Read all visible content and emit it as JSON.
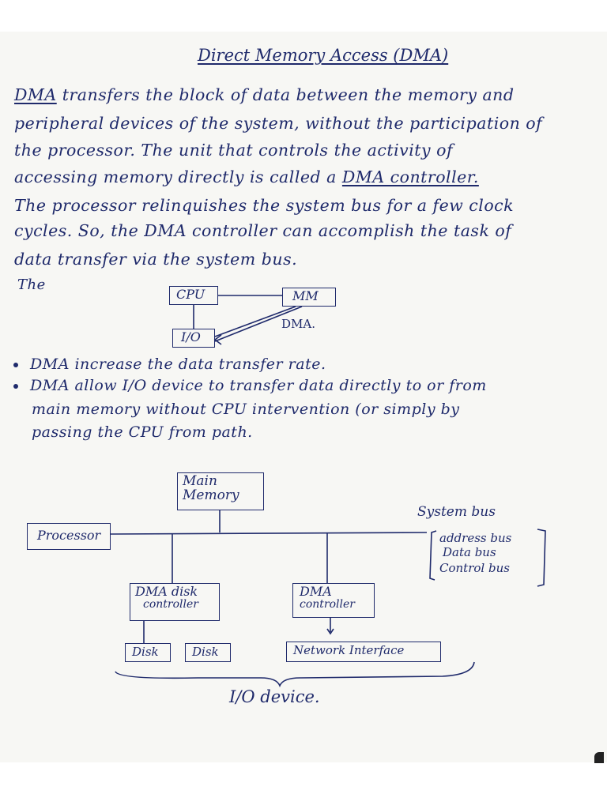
{
  "title": "Direct Memory Access (DMA)",
  "paragraph": [
    {
      "pre": "",
      "u": "DMA",
      "post": " transfers the block of data between the memory and"
    },
    {
      "pre": "peripheral devices of the system, without the participation of",
      "u": "",
      "post": ""
    },
    {
      "pre": "the processor. The unit that controls the activity of",
      "u": "",
      "post": ""
    },
    {
      "pre": "accessing memory directly is called a ",
      "u": "DMA controller.",
      "post": ""
    },
    {
      "pre": "The processor relinquishes the system bus for a few clock",
      "u": "",
      "post": ""
    },
    {
      "pre": "cycles. So, the DMA controller can accomplish the task of",
      "u": "",
      "post": ""
    },
    {
      "pre": "data transfer via the system bus.",
      "u": "",
      "post": ""
    }
  ],
  "diagram1": {
    "lead": "The",
    "cpu": "CPU",
    "mm": "MM",
    "io": "I/O",
    "dma": "DMA."
  },
  "bullets": [
    "DMA increase the data transfer rate.",
    "DMA allow I/O device to transfer data directly to or from"
  ],
  "bullet_cont": [
    "main memory without CPU intervention (or simply by",
    "passing the CPU from path."
  ],
  "diagram2": {
    "main_memory": [
      "Main",
      "Memory"
    ],
    "processor": "Processor",
    "system_bus": "System bus",
    "bus_list": [
      "address bus",
      "Data bus",
      "Control bus"
    ],
    "dma_disk": [
      "DMA disk",
      "controller"
    ],
    "dma_ctrl": [
      "DMA",
      "controller"
    ],
    "disk1": "Disk",
    "disk2": "Disk",
    "network": "Network Interface",
    "io_device": "I/O device."
  }
}
